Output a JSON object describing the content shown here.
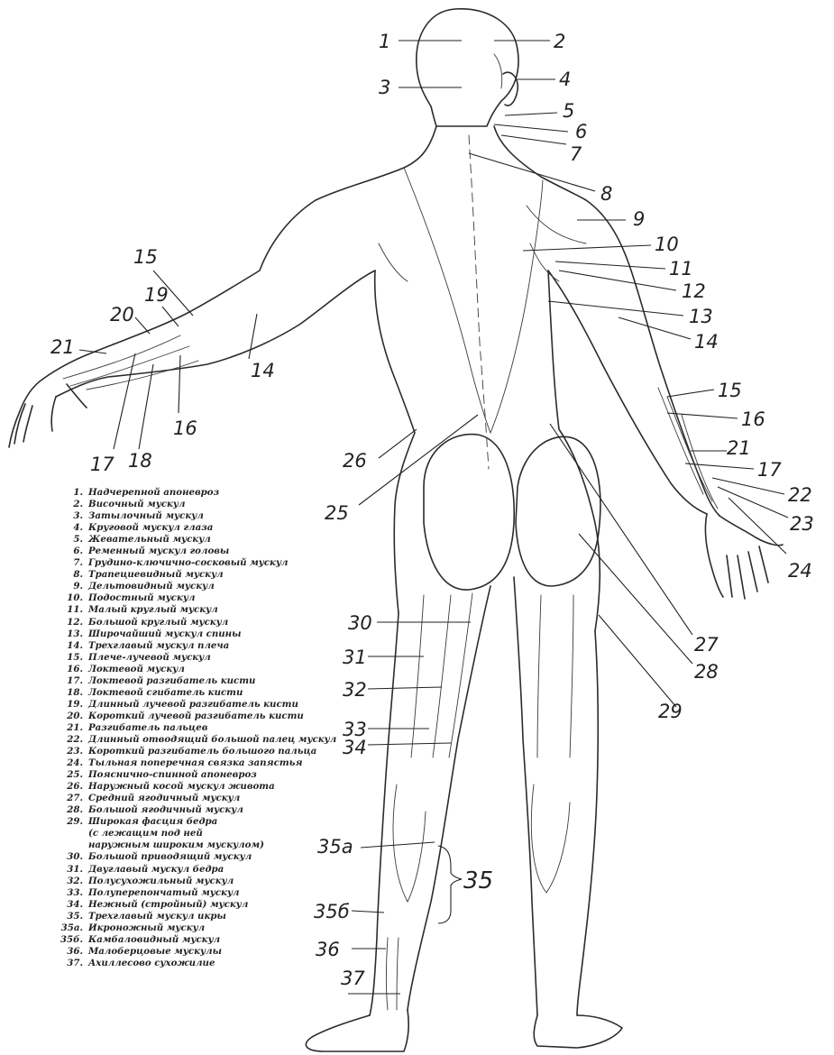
{
  "labels": [
    {
      "id": "1",
      "text": "1"
    },
    {
      "id": "2",
      "text": "2"
    },
    {
      "id": "3",
      "text": "3"
    },
    {
      "id": "4",
      "text": "4"
    },
    {
      "id": "5",
      "text": "5"
    },
    {
      "id": "6",
      "text": "6"
    },
    {
      "id": "7",
      "text": "7"
    },
    {
      "id": "8",
      "text": "8"
    },
    {
      "id": "9",
      "text": "9"
    },
    {
      "id": "10",
      "text": "10"
    },
    {
      "id": "11",
      "text": "11"
    },
    {
      "id": "12",
      "text": "12"
    },
    {
      "id": "13",
      "text": "13"
    },
    {
      "id": "14r",
      "text": "14"
    },
    {
      "id": "14l",
      "text": "14"
    },
    {
      "id": "15l",
      "text": "15"
    },
    {
      "id": "15r",
      "text": "15"
    },
    {
      "id": "16l",
      "text": "16"
    },
    {
      "id": "16r",
      "text": "16"
    },
    {
      "id": "17l",
      "text": "17"
    },
    {
      "id": "17r",
      "text": "17"
    },
    {
      "id": "18",
      "text": "18"
    },
    {
      "id": "19",
      "text": "19"
    },
    {
      "id": "20",
      "text": "20"
    },
    {
      "id": "21l",
      "text": "21"
    },
    {
      "id": "21r",
      "text": "21"
    },
    {
      "id": "22",
      "text": "22"
    },
    {
      "id": "23",
      "text": "23"
    },
    {
      "id": "24",
      "text": "24"
    },
    {
      "id": "25",
      "text": "25"
    },
    {
      "id": "26",
      "text": "26"
    },
    {
      "id": "27",
      "text": "27"
    },
    {
      "id": "28",
      "text": "28"
    },
    {
      "id": "29",
      "text": "29"
    },
    {
      "id": "30",
      "text": "30"
    },
    {
      "id": "31",
      "text": "31"
    },
    {
      "id": "32",
      "text": "32"
    },
    {
      "id": "33",
      "text": "33"
    },
    {
      "id": "34",
      "text": "34"
    },
    {
      "id": "35a",
      "text": "35a"
    },
    {
      "id": "35",
      "text": "35"
    },
    {
      "id": "35b",
      "text": "35б"
    },
    {
      "id": "36",
      "text": "36"
    },
    {
      "id": "37",
      "text": "37"
    }
  ],
  "legend": [
    {
      "num": "1.",
      "text": "Надчерепной апоневроз"
    },
    {
      "num": "2.",
      "text": "Височный мускул"
    },
    {
      "num": "3.",
      "text": "Затылочный мускул"
    },
    {
      "num": "4.",
      "text": "Круговой мускул глаза"
    },
    {
      "num": "5.",
      "text": "Жевательный мускул"
    },
    {
      "num": "6.",
      "text": "Ременный мускул головы"
    },
    {
      "num": "7.",
      "text": "Грудино-ключично-сосковый мускул"
    },
    {
      "num": "8.",
      "text": "Трапециевидный мускул"
    },
    {
      "num": "9.",
      "text": "Дельтовидный мускул"
    },
    {
      "num": "10.",
      "text": "Подостный мускул"
    },
    {
      "num": "11.",
      "text": "Малый круглый мускул"
    },
    {
      "num": "12.",
      "text": "Большой круглый мускул"
    },
    {
      "num": "13.",
      "text": "Широчайший мускул спины"
    },
    {
      "num": "14.",
      "text": "Трехглавый мускул плеча"
    },
    {
      "num": "15.",
      "text": "Плече-лучевой мускул"
    },
    {
      "num": "16.",
      "text": "Локтевой мускул"
    },
    {
      "num": "17.",
      "text": "Локтевой разгибатель кисти"
    },
    {
      "num": "18.",
      "text": "Локтевой сгибатель кисти"
    },
    {
      "num": "19.",
      "text": "Длинный лучевой разгибатель кисти"
    },
    {
      "num": "20.",
      "text": "Короткий лучевой разгибатель кисти"
    },
    {
      "num": "21.",
      "text": "Разгибатель пальцев"
    },
    {
      "num": "22.",
      "text": "Длинный отводящий большой палец мускул"
    },
    {
      "num": "23.",
      "text": "Короткий разгибатель большого пальца"
    },
    {
      "num": "24.",
      "text": "Тыльная поперечная связка запястья"
    },
    {
      "num": "25.",
      "text": "Пояснично-спинной апоневроз"
    },
    {
      "num": "26.",
      "text": "Наружный косой мускул живота"
    },
    {
      "num": "27.",
      "text": "Средний ягодичный мускул"
    },
    {
      "num": "28.",
      "text": "Большой ягодичный мускул"
    },
    {
      "num": "29.",
      "text": "Широкая фасция бедра"
    },
    {
      "num": "",
      "text": "(с лежащим под ней"
    },
    {
      "num": "",
      "text": "наружным широким мускулом)"
    },
    {
      "num": "30.",
      "text": "Большой приводящий мускул"
    },
    {
      "num": "31.",
      "text": "Двуглавый мускул бедра"
    },
    {
      "num": "32.",
      "text": "Полусухожильный мускул"
    },
    {
      "num": "33.",
      "text": "Полуперепончатый мускул"
    },
    {
      "num": "34.",
      "text": "Нежный (стройный) мускул"
    },
    {
      "num": "35.",
      "text": "Трехглавый мускул икры"
    },
    {
      "num": "35a.",
      "text": "Икроножный мускул"
    },
    {
      "num": "35б.",
      "text": "Камбаловидный мускул"
    },
    {
      "num": "36.",
      "text": "Малоберцовые мускулы"
    },
    {
      "num": "37.",
      "text": "Ахиллесово сухожилие"
    }
  ]
}
